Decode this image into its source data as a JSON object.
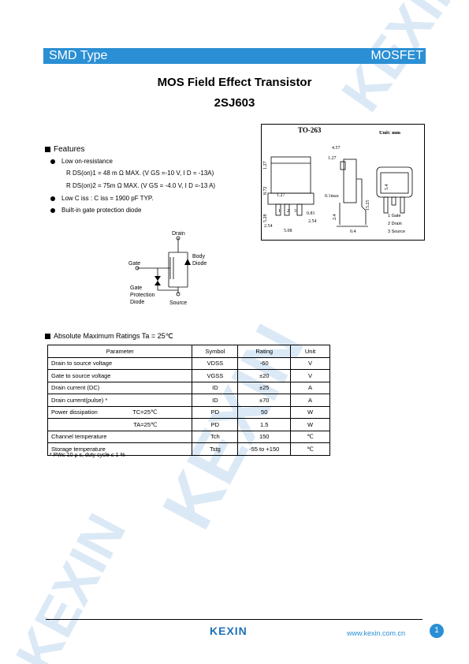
{
  "header": {
    "left_label": "SMD Type",
    "right_label": "MOSFET",
    "accent_color": "#2a8fd4"
  },
  "title": "MOS Field Effect Transistor",
  "part_number": "2SJ603",
  "features": {
    "heading": "Features",
    "items": [
      {
        "text": "Low on-resistance"
      },
      {
        "text": "R DS(on)1 = 48 m Ω MAX. (V GS =-10 V, I D = -13A)"
      },
      {
        "text": "R DS(on)2 = 75m Ω MAX. (V GS = -4.0 V, I D =-13 A)"
      },
      {
        "text": "Low C iss : C iss = 1900 pF TYP."
      },
      {
        "text": "Built-in gate protection diode"
      }
    ]
  },
  "package": {
    "name": "TO-263",
    "unit": "Unit: mm",
    "dims": {
      "d1": "1.27",
      "d2": "4.57",
      "d3": "8.72",
      "d4": "1.27",
      "d5": "5.28",
      "d6": "2.54",
      "d7": "5.08",
      "d8": "0.81",
      "d9": "2.54",
      "d10": "0.1max",
      "d11": "15.25",
      "d12": "5.4",
      "d13": "2.4",
      "d14": "0.4",
      "d15": "1.27"
    },
    "pins": [
      "1 Gate",
      "2 Drain",
      "3 Source"
    ],
    "pin_numbers": [
      "1",
      "2",
      "3"
    ]
  },
  "schematic": {
    "drain": "Drain",
    "gate": "Gate",
    "body_diode": "Body\nDiode",
    "gate_protection": "Gate\nProtection\nDiode",
    "source": "Source"
  },
  "ratings": {
    "heading": "Absolute Maximum Ratings Ta = 25℃",
    "columns": [
      "Parameter",
      "Symbol",
      "Rating",
      "Unit"
    ],
    "rows": [
      {
        "param": "Drain to source voltage",
        "sub": "",
        "symbol": "VDSS",
        "rating": "-60",
        "unit": "V"
      },
      {
        "param": "Gate to source voltage",
        "sub": "",
        "symbol": "VGSS",
        "rating": "±20",
        "unit": "V"
      },
      {
        "param": "Drain current (DC)",
        "sub": "",
        "symbol": "ID",
        "rating": "±25",
        "unit": "A"
      },
      {
        "param": "Drain current(pulse)  *",
        "sub": "",
        "symbol": "ID",
        "rating": "±70",
        "unit": "A"
      },
      {
        "param": "Power dissipation",
        "sub": "TC=25℃",
        "symbol": "PD",
        "rating": "50",
        "unit": "W"
      },
      {
        "param": "",
        "sub": "TA=25℃",
        "symbol": "PD",
        "rating": "1.5",
        "unit": "W"
      },
      {
        "param": "Channel  temperature",
        "sub": "",
        "symbol": "Tch",
        "rating": "150",
        "unit": "℃"
      },
      {
        "param": "Storage temperature",
        "sub": "",
        "symbol": "Tstg",
        "rating": "-55 to +150",
        "unit": "℃"
      }
    ],
    "footnote": "* PW≤ 10 μ s, duty cycle ≤ 1 %"
  },
  "footer": {
    "brand": "KEXIN",
    "url": "www.kexin.com.cn",
    "page": "1"
  },
  "watermark": "KEXIN"
}
